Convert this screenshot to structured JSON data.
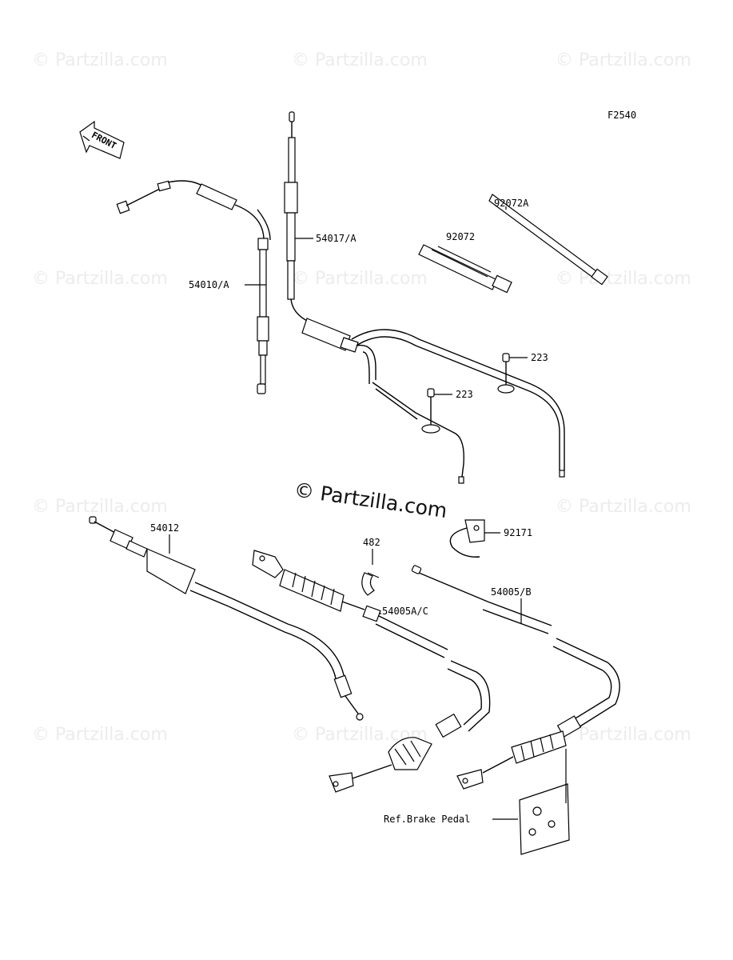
{
  "diagram": {
    "figure_code": "F2540",
    "front_label": "FRONT",
    "center_watermark": "© Partzilla.com",
    "watermark_text": "© Partzilla.com",
    "callouts": {
      "c54010A": "54010/A",
      "c54017A": "54017/A",
      "c92072A": "92072A",
      "c92072": "92072",
      "c223_upper": "223",
      "c223_lower": "223",
      "c54012": "54012",
      "c482": "482",
      "c92171": "92171",
      "c54005AC": "54005A/C",
      "c54005B": "54005/B",
      "ref_brake_pedal": "Ref.Brake Pedal"
    }
  }
}
